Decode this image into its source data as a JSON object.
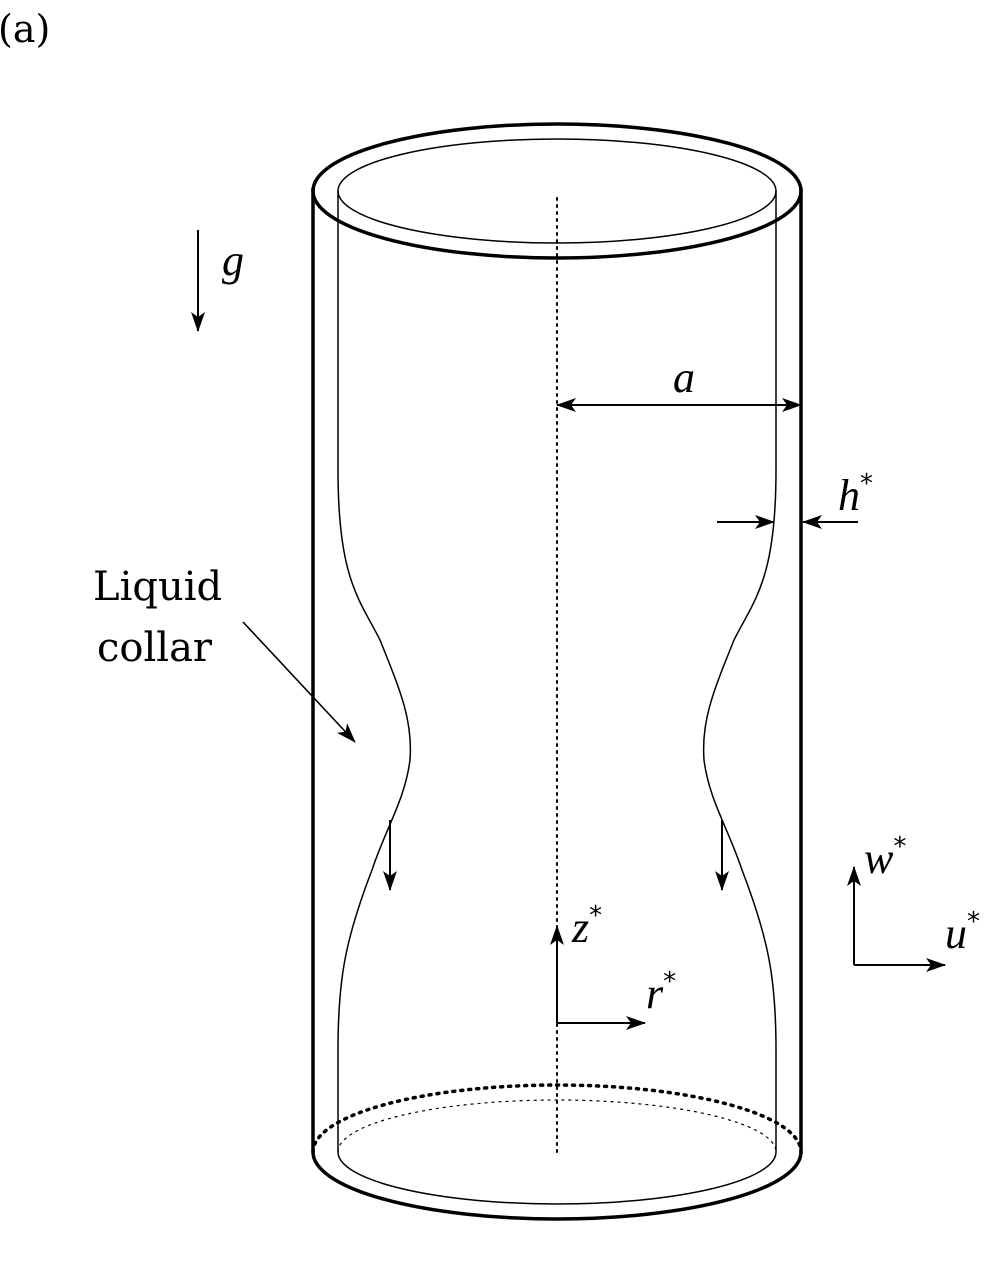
{
  "panel_label": "(a)",
  "annotation": {
    "line1": "Liquid",
    "line2": "collar"
  },
  "symbols": {
    "gravity": "g",
    "radius": "a",
    "film": "h",
    "axial": "z",
    "radial": "r",
    "w_vel": "w",
    "u_vel": "u",
    "star": "*"
  },
  "colors": {
    "stroke": "#000000",
    "background": "#ffffff"
  }
}
